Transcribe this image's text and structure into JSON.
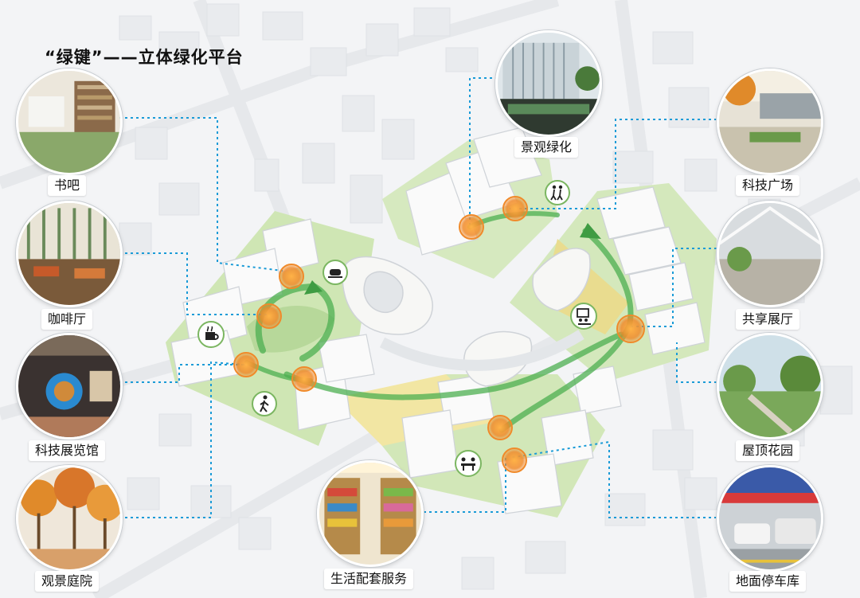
{
  "title": "“绿键”——立体绿化平台",
  "functions": {
    "book_bar": "书吧",
    "cafe": "咖啡厅",
    "tech_exhibit": "科技展览馆",
    "view_courtyard": "观景庭院",
    "landscape_green": "景观绿化",
    "life_services": "生活配套服务",
    "tech_plaza": "科技广场",
    "shared_hall": "共享展厅",
    "roof_garden": "屋顶花园",
    "ground_parking": "地面停车库"
  },
  "colors": {
    "connector": "#1a9bd7",
    "hotspot": "#f08a2a",
    "green_route": "#4caf50",
    "platform_green": "#cfe6b4"
  },
  "icons": [
    "dining-icon",
    "coffee-icon",
    "walker-icon",
    "meeting-icon",
    "exhibit-icon",
    "hikers-icon"
  ]
}
